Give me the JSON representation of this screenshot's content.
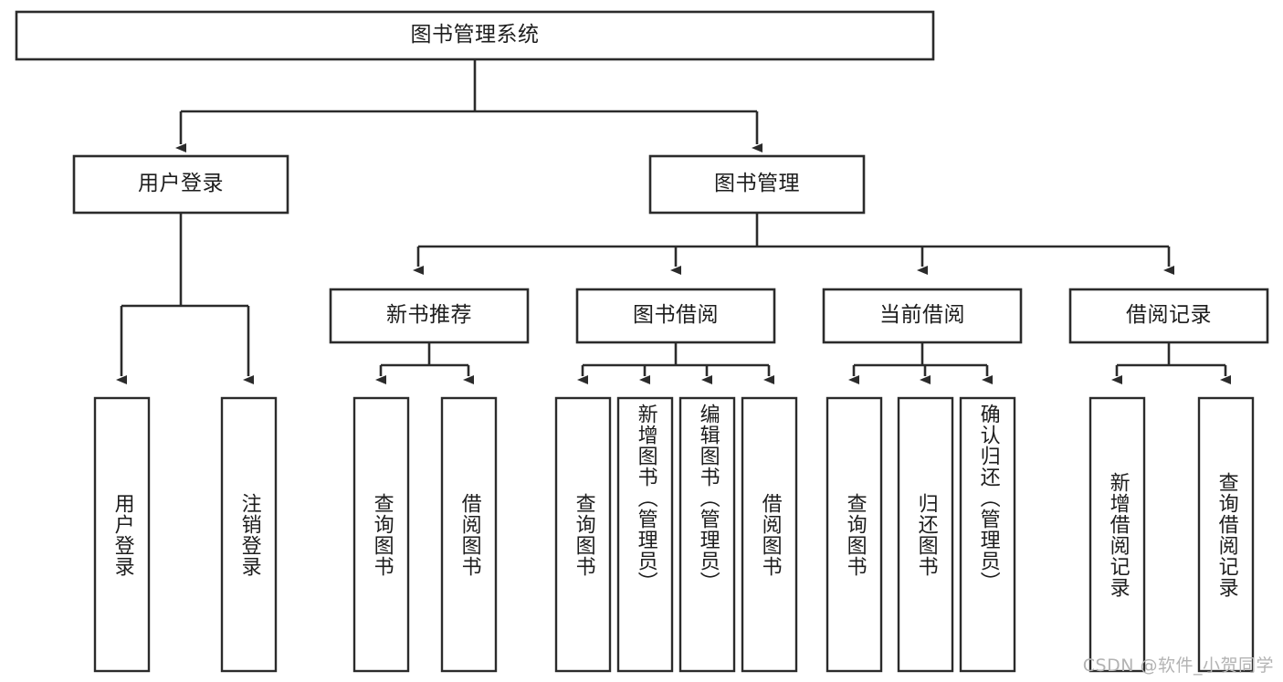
{
  "diagram": {
    "title_node": {
      "label": "图书管理系统"
    },
    "level2": [
      {
        "label": "用户登录"
      },
      {
        "label": "图书管理"
      }
    ],
    "level3": [
      {
        "label": "新书推荐"
      },
      {
        "label": "图书借阅"
      },
      {
        "label": "当前借阅"
      },
      {
        "label": "借阅记录"
      }
    ],
    "leaves": [
      {
        "label": "用户登录"
      },
      {
        "label": "注销登录"
      },
      {
        "label": "查询图书"
      },
      {
        "label": "借阅图书"
      },
      {
        "label": "查询图书"
      },
      {
        "label": "新增图书（管理员）"
      },
      {
        "label": "编辑图书（管理员）"
      },
      {
        "label": "借阅图书"
      },
      {
        "label": "查询图书"
      },
      {
        "label": "归还图书"
      },
      {
        "label": "确认归还（管理员）"
      },
      {
        "label": "新增借阅记录"
      },
      {
        "label": "查询借阅记录"
      }
    ]
  },
  "watermark": {
    "text": "CSDN @软件_小贺同学"
  },
  "colors": {
    "stroke": "#2b2b2b",
    "fill": "#ffffff",
    "text": "#1d1d1d",
    "watermark": "#b3b3b3"
  }
}
